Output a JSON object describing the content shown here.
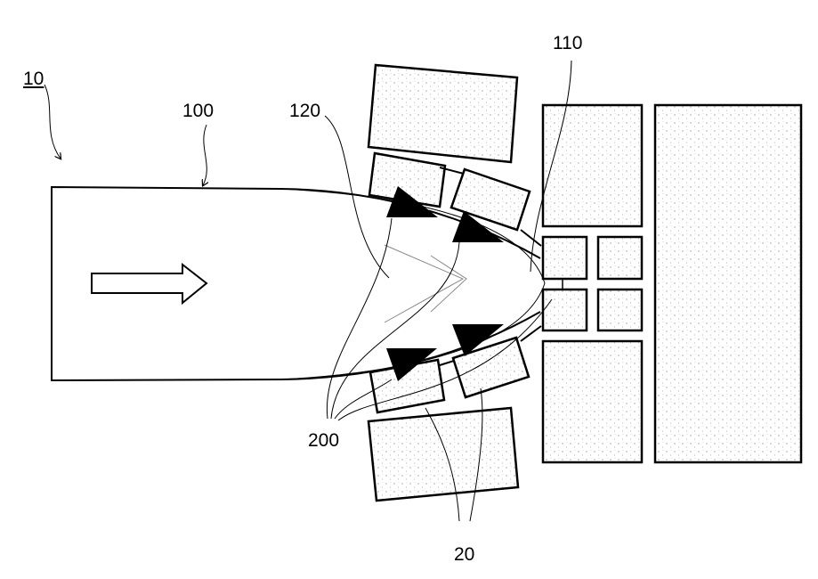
{
  "labels": {
    "assembly": "10",
    "body": "100",
    "inner_surface": "120",
    "tip": "110",
    "markers": "200",
    "blocks": "20"
  },
  "colors": {
    "line": "#000000",
    "fill_speckle": "#f4f4f4",
    "grey_line": "#888888"
  },
  "icons": {
    "flow_arrow": "hollow-right-arrow-icon",
    "marker": "filled-triangle-icon"
  }
}
